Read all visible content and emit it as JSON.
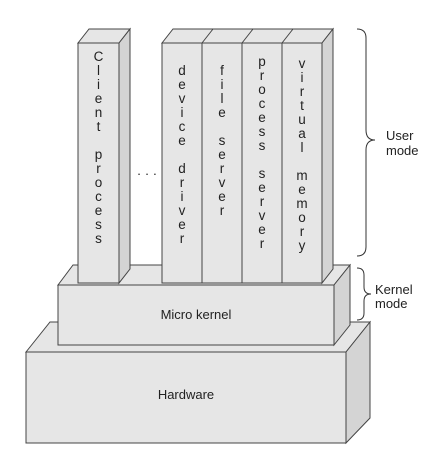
{
  "colors": {
    "fill": "#e6e6e6",
    "edge": "#444444",
    "text": "#222222"
  },
  "columns": [
    {
      "id": "client-process",
      "words": [
        "Client",
        "process"
      ]
    },
    {
      "id": "device-driver",
      "words": [
        "device",
        "driver"
      ]
    },
    {
      "id": "file-server",
      "words": [
        "file",
        "server"
      ]
    },
    {
      "id": "process-server",
      "words": [
        "process",
        "server"
      ]
    },
    {
      "id": "virtual-memory",
      "words": [
        "virtual",
        "memory"
      ]
    }
  ],
  "ellipsis": "· · ·",
  "blocks": {
    "kernel": "Micro kernel",
    "hardware": "Hardware"
  },
  "labels": {
    "user_mode": [
      "User",
      "mode"
    ],
    "kernel_mode": [
      "Kernel",
      "mode"
    ]
  }
}
